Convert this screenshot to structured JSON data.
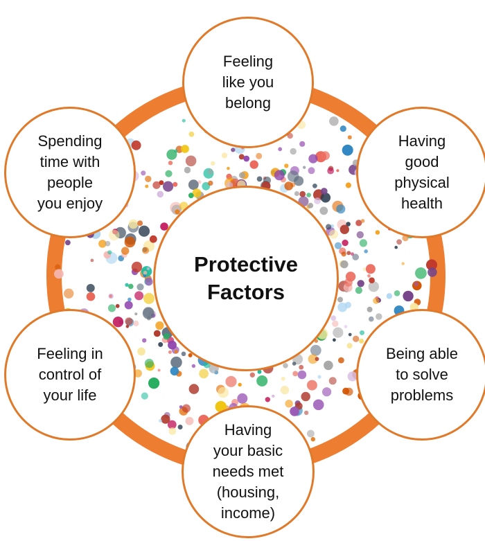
{
  "diagram": {
    "center": {
      "label": "Protective\nFactors"
    },
    "factors": [
      {
        "id": "belong",
        "label": "Feeling\nlike you\nbelong"
      },
      {
        "id": "health",
        "label": "Having\ngood\nphysical\nhealth"
      },
      {
        "id": "solve",
        "label": "Being able\nto solve\nproblems"
      },
      {
        "id": "needs",
        "label": "Having\nyour basic\nneeds met\n(housing,\nincome)"
      },
      {
        "id": "control",
        "label": "Feeling in\ncontrol of\nyour life"
      },
      {
        "id": "time",
        "label": "Spending\ntime with\npeople\nyou enjoy"
      }
    ],
    "colors": {
      "ring": "#ed7d31",
      "node_border": "#e07a2b",
      "dot_palette": [
        "#c0392b",
        "#e74c3c",
        "#8e44ad",
        "#2c3e50",
        "#2e86c1",
        "#1abc9c",
        "#27ae60",
        "#f1c40f",
        "#f39c12",
        "#e67e22",
        "#d35400",
        "#c2185b",
        "#9b59b6",
        "#5d6d7e",
        "#b03a2e",
        "#ec7063",
        "#f5b7b1",
        "#aed6f1",
        "#f9e79f",
        "#d7bde2",
        "#a3a3a3",
        "#76448a"
      ]
    }
  }
}
